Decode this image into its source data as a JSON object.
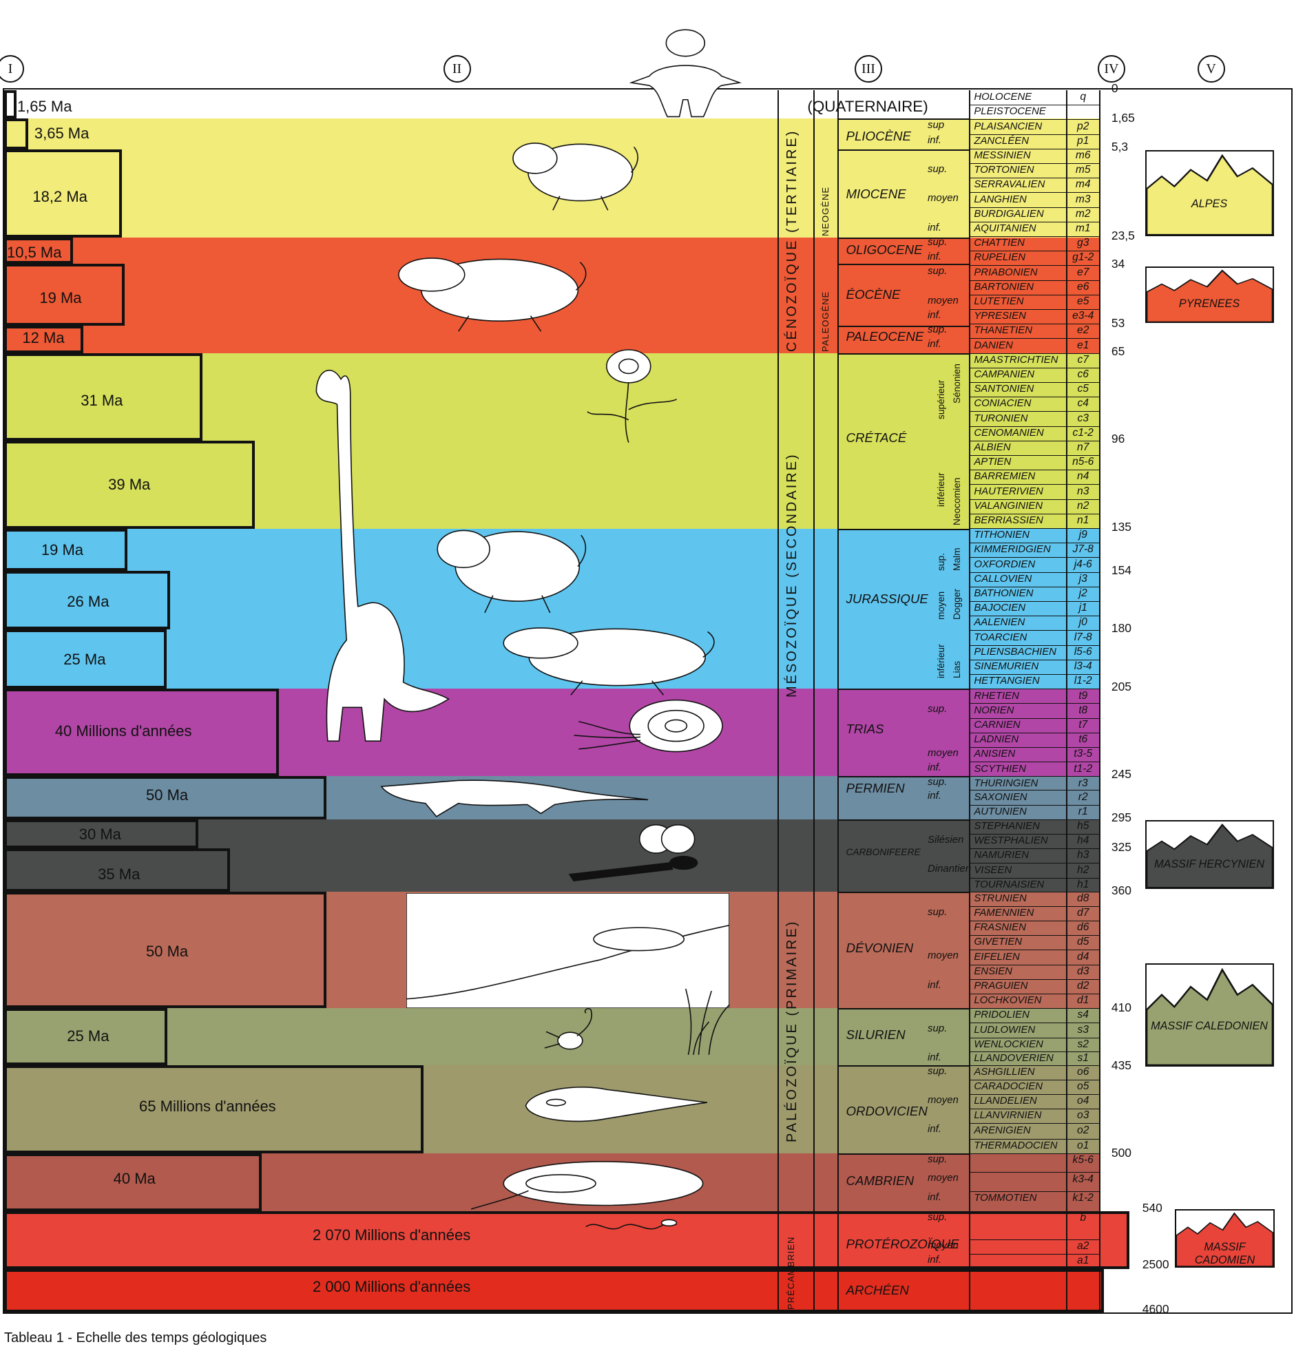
{
  "column_labels": [
    "I",
    "II",
    "III",
    "IV",
    "V"
  ],
  "caption": "Tableau 1 - Echelle des temps géologiques",
  "colors": {
    "quaternary": "#ffffff",
    "neogene": "#f2ec7a",
    "paleogene": "#ee5a36",
    "cretaceous": "#d6e05a",
    "jurassic": "#5fc5ef",
    "triassic": "#b246a6",
    "permian": "#6d8da2",
    "carboniferous": "#4a4c4c",
    "devonian": "#b96a58",
    "silurian": "#98a270",
    "ordovician": "#9e9a6c",
    "cambrian": "#b25a4e",
    "proterozoic": "#e8443a",
    "archean": "#e22d1e"
  },
  "durations": [
    {
      "label": "1,65 Ma",
      "color": "quaternary"
    },
    {
      "label": "3,65 Ma",
      "color": "neogene"
    },
    {
      "label": "18,2 Ma",
      "color": "neogene"
    },
    {
      "label": "10,5 Ma",
      "color": "paleogene"
    },
    {
      "label": "19 Ma",
      "color": "paleogene"
    },
    {
      "label": "12 Ma",
      "color": "paleogene"
    },
    {
      "label": "31 Ma",
      "color": "cretaceous"
    },
    {
      "label": "39 Ma",
      "color": "cretaceous"
    },
    {
      "label": "19 Ma",
      "color": "jurassic"
    },
    {
      "label": "26 Ma",
      "color": "jurassic"
    },
    {
      "label": "25 Ma",
      "color": "jurassic"
    },
    {
      "label": "40 Millions d'années",
      "color": "triassic"
    },
    {
      "label": "50 Ma",
      "color": "permian"
    },
    {
      "label": "30 Ma",
      "color": "carboniferous"
    },
    {
      "label": "35 Ma",
      "color": "carboniferous"
    },
    {
      "label": "50 Ma",
      "color": "devonian"
    },
    {
      "label": "25 Ma",
      "color": "silurian"
    },
    {
      "label": "65 Millions d'années",
      "color": "ordovician"
    },
    {
      "label": "40 Ma",
      "color": "cambrian"
    },
    {
      "label": "2 070 Millions d'années",
      "color": "proterozoic"
    },
    {
      "label": "2 000 Millions d'années",
      "color": "archean"
    }
  ],
  "eras": {
    "quaternaire": "(QUATERNAIRE)",
    "cenozoique": "CÉNOZOÏQUE (TERTIAIRE)",
    "neogene": "NEOGÈNE",
    "paleogene": "PALEOGÈNE",
    "mesozoique": "MÉSOZOÏQUE (SECONDAIRE)",
    "paleozoique": "PALÉOZOÏQUE (PRIMAIRE)",
    "precambrien": "PRÉCAMBRIEN"
  },
  "systems": [
    "PLIOCÈNE",
    "MIOCENE",
    "OLIGOCENE",
    "ÉOCÈNE",
    "PALEOCENE",
    "CRÉTACÉ",
    "JURASSIQUE",
    "TRIAS",
    "PERMIEN",
    "CARBONIFEERE",
    "DÉVONIEN",
    "SILURIEN",
    "ORDOVICIEN",
    "CAMBRIEN",
    "PROTÉROZOÏQUE",
    "ARCHÉEN"
  ],
  "stages": [
    {
      "name": "HOLOCENE",
      "code": "q",
      "sub": ""
    },
    {
      "name": "PLEISTOCENE",
      "code": "",
      "sub": ""
    },
    {
      "name": "PLAISANCIEN",
      "code": "p2",
      "sub": "sup"
    },
    {
      "name": "ZANCLÉEN",
      "code": "p1",
      "sub": "inf."
    },
    {
      "name": "MESSINIEN",
      "code": "m6",
      "sub": ""
    },
    {
      "name": "TORTONIEN",
      "code": "m5",
      "sub": "sup."
    },
    {
      "name": "SERRAVALIEN",
      "code": "m4",
      "sub": ""
    },
    {
      "name": "LANGHIEN",
      "code": "m3",
      "sub": "moyen"
    },
    {
      "name": "BURDIGALIEN",
      "code": "m2",
      "sub": ""
    },
    {
      "name": "AQUITANIEN",
      "code": "m1",
      "sub": "inf."
    },
    {
      "name": "CHATTIEN",
      "code": "g3",
      "sub": "sup."
    },
    {
      "name": "RUPELIEN",
      "code": "g1-2",
      "sub": "inf."
    },
    {
      "name": "PRIABONIEN",
      "code": "e7",
      "sub": "sup."
    },
    {
      "name": "BARTONIEN",
      "code": "e6",
      "sub": ""
    },
    {
      "name": "LUTETIEN",
      "code": "e5",
      "sub": "moyen"
    },
    {
      "name": "YPRESIEN",
      "code": "e3-4",
      "sub": "inf."
    },
    {
      "name": "THANETIEN",
      "code": "e2",
      "sub": "sup."
    },
    {
      "name": "DANIEN",
      "code": "e1",
      "sub": "inf."
    },
    {
      "name": "MAASTRICHTIEN",
      "code": "c7",
      "sub": ""
    },
    {
      "name": "CAMPANIEN",
      "code": "c6",
      "sub": ""
    },
    {
      "name": "SANTONIEN",
      "code": "c5",
      "sub": ""
    },
    {
      "name": "CONIACIEN",
      "code": "c4",
      "sub": ""
    },
    {
      "name": "TURONIEN",
      "code": "c3",
      "sub": ""
    },
    {
      "name": "CENOMANIEN",
      "code": "c1-2",
      "sub": ""
    },
    {
      "name": "ALBIEN",
      "code": "n7",
      "sub": ""
    },
    {
      "name": "APTIEN",
      "code": "n5-6",
      "sub": ""
    },
    {
      "name": "BARREMIEN",
      "code": "n4",
      "sub": ""
    },
    {
      "name": "HAUTERIVIEN",
      "code": "n3",
      "sub": ""
    },
    {
      "name": "VALANGINIEN",
      "code": "n2",
      "sub": ""
    },
    {
      "name": "BERRIASSIEN",
      "code": "n1",
      "sub": ""
    },
    {
      "name": "TITHONIEN",
      "code": "j9",
      "sub": ""
    },
    {
      "name": "KIMMERIDGIEN",
      "code": "J7-8",
      "sub": ""
    },
    {
      "name": "OXFORDIEN",
      "code": "j4-6",
      "sub": ""
    },
    {
      "name": "CALLOVIEN",
      "code": "j3",
      "sub": ""
    },
    {
      "name": "BATHONIEN",
      "code": "j2",
      "sub": ""
    },
    {
      "name": "BAJOCIEN",
      "code": "j1",
      "sub": ""
    },
    {
      "name": "AALENIEN",
      "code": "j0",
      "sub": ""
    },
    {
      "name": "TOARCIEN",
      "code": "l7-8",
      "sub": ""
    },
    {
      "name": "PLIENSBACHIEN",
      "code": "l5-6",
      "sub": ""
    },
    {
      "name": "SINEMURIEN",
      "code": "l3-4",
      "sub": ""
    },
    {
      "name": "HETTANGIEN",
      "code": "l1-2",
      "sub": ""
    },
    {
      "name": "RHETIEN",
      "code": "t9",
      "sub": ""
    },
    {
      "name": "NORIEN",
      "code": "t8",
      "sub": "sup."
    },
    {
      "name": "CARNIEN",
      "code": "t7",
      "sub": ""
    },
    {
      "name": "LADNIEN",
      "code": "t6",
      "sub": ""
    },
    {
      "name": "ANISIEN",
      "code": "t3-5",
      "sub": "moyen"
    },
    {
      "name": "SCYTHIEN",
      "code": "t1-2",
      "sub": "inf."
    },
    {
      "name": "THURINGIEN",
      "code": "r3",
      "sub": "sup."
    },
    {
      "name": "SAXONIEN",
      "code": "r2",
      "sub": "inf."
    },
    {
      "name": "AUTUNIEN",
      "code": "r1",
      "sub": ""
    },
    {
      "name": "STEPHANIEN",
      "code": "h5",
      "sub": ""
    },
    {
      "name": "WESTPHALIEN",
      "code": "h4",
      "sub": "Silésien"
    },
    {
      "name": "NAMURIEN",
      "code": "h3",
      "sub": ""
    },
    {
      "name": "VISEEN",
      "code": "h2",
      "sub": "Dinantien"
    },
    {
      "name": "TOURNAISIEN",
      "code": "h1",
      "sub": ""
    },
    {
      "name": "STRUNIEN",
      "code": "d8",
      "sub": ""
    },
    {
      "name": "FAMENNIEN",
      "code": "d7",
      "sub": "sup."
    },
    {
      "name": "FRASNIEN",
      "code": "d6",
      "sub": ""
    },
    {
      "name": "GIVETIEN",
      "code": "d5",
      "sub": ""
    },
    {
      "name": "EIFELIEN",
      "code": "d4",
      "sub": "moyen"
    },
    {
      "name": "ENSIEN",
      "code": "d3",
      "sub": ""
    },
    {
      "name": "PRAGUIEN",
      "code": "d2",
      "sub": "inf."
    },
    {
      "name": "LOCHKOVIEN",
      "code": "d1",
      "sub": ""
    },
    {
      "name": "PRIDOLIEN",
      "code": "s4",
      "sub": ""
    },
    {
      "name": "LUDLOWIEN",
      "code": "s3",
      "sub": "sup."
    },
    {
      "name": "WENLOCKIEN",
      "code": "s2",
      "sub": ""
    },
    {
      "name": "LLANDOVERIEN",
      "code": "s1",
      "sub": "inf."
    },
    {
      "name": "ASHGILLIEN",
      "code": "o6",
      "sub": "sup."
    },
    {
      "name": "CARADOCIEN",
      "code": "o5",
      "sub": ""
    },
    {
      "name": "LLANDELIEN",
      "code": "o4",
      "sub": "moyen"
    },
    {
      "name": "LLANVIRNIEN",
      "code": "o3",
      "sub": ""
    },
    {
      "name": "ARENIGIEN",
      "code": "o2",
      "sub": "inf."
    },
    {
      "name": "THERMADOCIEN",
      "code": "o1",
      "sub": ""
    },
    {
      "name": "",
      "code": "k5-6",
      "sub": "sup."
    },
    {
      "name": "",
      "code": "k3-4",
      "sub": "moyen"
    },
    {
      "name": "TOMMOTIEN",
      "code": "k1-2",
      "sub": "inf."
    },
    {
      "name": "",
      "code": "b",
      "sub": "sup."
    },
    {
      "name": "",
      "code": "a2",
      "sub": "moyen"
    },
    {
      "name": "",
      "code": "a1",
      "sub": "inf."
    }
  ],
  "subgroups": [
    "supérieur",
    "Sénonien",
    "inférieur",
    "Neocomien",
    "sup.",
    "Malm",
    "moyen",
    "Dogger",
    "inférieur",
    "Lias"
  ],
  "ages": [
    "0",
    "1,65",
    "5,3",
    "23,5",
    "34",
    "53",
    "65",
    "96",
    "135",
    "154",
    "180",
    "205",
    "245",
    "295",
    "325",
    "360",
    "410",
    "435",
    "500",
    "540",
    "2500",
    "4600"
  ],
  "orogenies": [
    {
      "label": "ALPES",
      "color": "neogene"
    },
    {
      "label": "PYRENEES",
      "color": "paleogene"
    },
    {
      "label": "MASSIF HERCYNIEN",
      "color": "carboniferous"
    },
    {
      "label": "MASSIF CALEDONIEN",
      "color": "silurian"
    },
    {
      "label": "MASSIF CADOMIEN",
      "color": "proterozoic"
    }
  ],
  "illustrations": [
    "caveman-icon",
    "monkey-icon",
    "rodent-icon",
    "flower-icon",
    "dinosaur-icon",
    "bird-icon",
    "shrew-icon",
    "ammonite-icon",
    "crocodile-icon",
    "dragonfly-icon",
    "amphibian-scene-icon",
    "scorpion-icon",
    "plant-icon",
    "fish-icon",
    "trilobite-icon",
    "worm-icon"
  ]
}
